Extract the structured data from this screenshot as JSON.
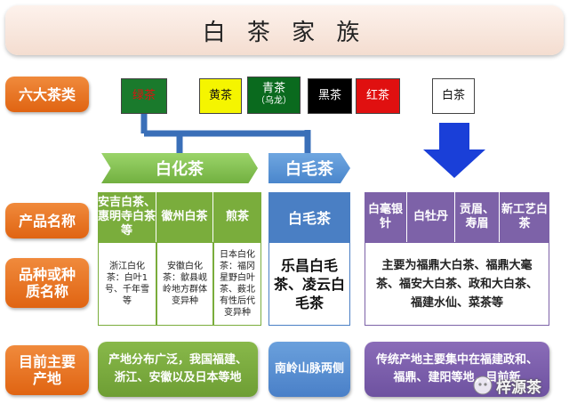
{
  "title": "白 茶 家 族",
  "row_labels": {
    "six_teas": "六大茶类",
    "product_name": "产品名称",
    "variety": "品种或种质名称",
    "region": "目前主要产地"
  },
  "tea_types": {
    "green": {
      "label": "绿茶",
      "color": "#1a7a2c"
    },
    "yellow": {
      "label": "黄茶",
      "color": "#f5f500"
    },
    "qing": {
      "label": "青茶",
      "sub": "（乌龙）",
      "color": "#0a6a1e"
    },
    "black": {
      "label": "黑茶",
      "color": "#000000"
    },
    "red": {
      "label": "红茶",
      "color": "#e01010"
    },
    "white": {
      "label": "白茶",
      "color": "#ffffff"
    }
  },
  "groups": {
    "baihua": "白化茶",
    "baimao": "白毛茶"
  },
  "baihua_products": [
    {
      "name": "安吉白茶、惠明寺白茶等",
      "variety": "浙江白化茶：白叶1号、千年雪等"
    },
    {
      "name": "徽州白茶",
      "variety": "安徽白化茶：歙县岘岭地方群体变异种"
    },
    {
      "name": "煎茶",
      "variety": "日本白化茶：福冈星野白叶茶、薮北有性后代变异种"
    }
  ],
  "baimao": {
    "name": "白毛茶",
    "variety": "乐昌白毛茶、凌云白毛茶"
  },
  "white_products": [
    "白毫银针",
    "白牡丹",
    "贡眉、寿眉",
    "新工艺白茶"
  ],
  "white_variety": "主要为福鼎大白茶、福鼎大毫茶、福安大白茶、政和大白茶、福建水仙、菜茶等",
  "regions": {
    "baihua": "产地分布广泛，我国福建、浙江、安徽以及日本等地",
    "baimao": "南岭山脉两侧",
    "white": "传统产地主要集中在福建政和、福鼎、建阳等地，目前新"
  },
  "watermark": "梓源茶",
  "colors": {
    "connector": "#3a6fb8",
    "arrow": "#1a3fd8"
  }
}
